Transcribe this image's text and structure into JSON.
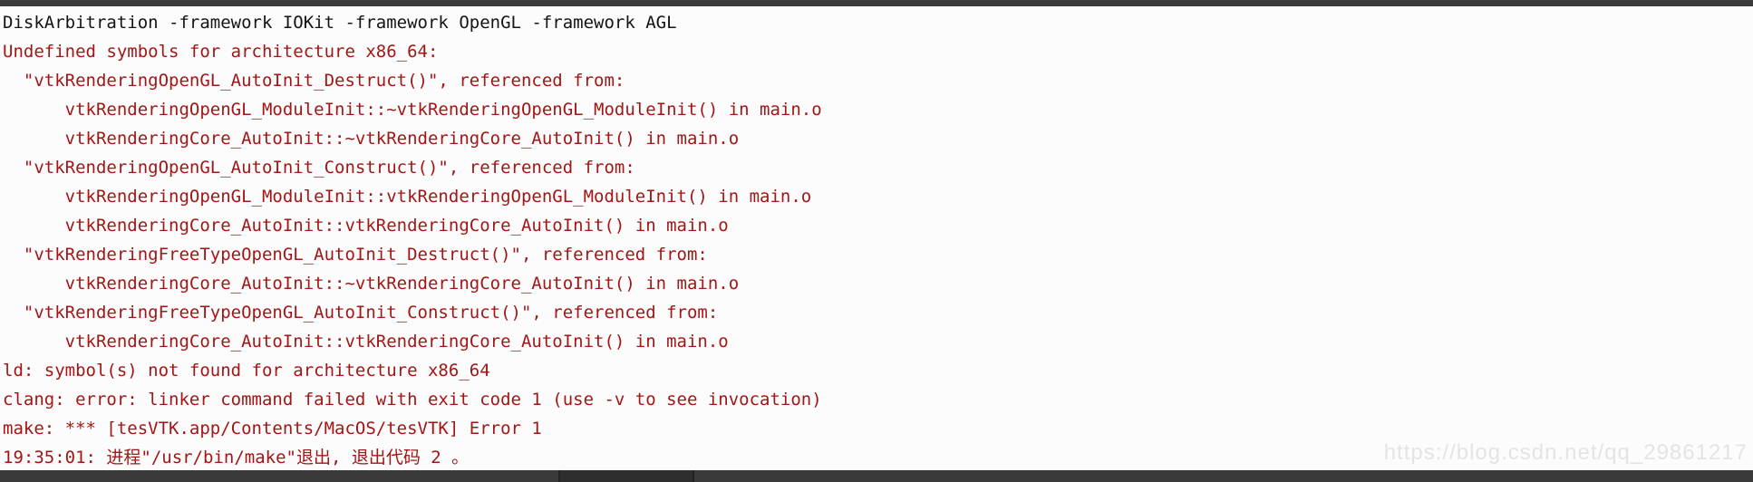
{
  "console": {
    "lines": [
      {
        "text": "DiskArbitration -framework IOKit -framework OpenGL -framework AGL",
        "stream": "stdout"
      },
      {
        "text": "Undefined symbols for architecture x86_64:",
        "stream": "stderr"
      },
      {
        "text": "  \"vtkRenderingOpenGL_AutoInit_Destruct()\", referenced from:",
        "stream": "stderr"
      },
      {
        "text": "      vtkRenderingOpenGL_ModuleInit::~vtkRenderingOpenGL_ModuleInit() in main.o",
        "stream": "stderr"
      },
      {
        "text": "      vtkRenderingCore_AutoInit::~vtkRenderingCore_AutoInit() in main.o",
        "stream": "stderr"
      },
      {
        "text": "  \"vtkRenderingOpenGL_AutoInit_Construct()\", referenced from:",
        "stream": "stderr"
      },
      {
        "text": "      vtkRenderingOpenGL_ModuleInit::vtkRenderingOpenGL_ModuleInit() in main.o",
        "stream": "stderr"
      },
      {
        "text": "      vtkRenderingCore_AutoInit::vtkRenderingCore_AutoInit() in main.o",
        "stream": "stderr"
      },
      {
        "text": "  \"vtkRenderingFreeTypeOpenGL_AutoInit_Destruct()\", referenced from:",
        "stream": "stderr"
      },
      {
        "text": "      vtkRenderingCore_AutoInit::~vtkRenderingCore_AutoInit() in main.o",
        "stream": "stderr"
      },
      {
        "text": "  \"vtkRenderingFreeTypeOpenGL_AutoInit_Construct()\", referenced from:",
        "stream": "stderr"
      },
      {
        "text": "      vtkRenderingCore_AutoInit::vtkRenderingCore_AutoInit() in main.o",
        "stream": "stderr"
      },
      {
        "text": "ld: symbol(s) not found for architecture x86_64",
        "stream": "stderr"
      },
      {
        "text": "clang: error: linker command failed with exit code 1 (use -v to see invocation)",
        "stream": "stderr"
      },
      {
        "text": "make: *** [tesVTK.app/Contents/MacOS/tesVTK] Error 1",
        "stream": "stderr"
      },
      {
        "text": "19:35:01: 进程\"/usr/bin/make\"退出, 退出代码 2 。",
        "stream": "stderr"
      }
    ]
  },
  "watermark": {
    "text": "https://blog.csdn.net/qq_29861217"
  },
  "colors": {
    "stdout_text": "#141414",
    "stderr_text": "#a31616",
    "background": "#fcfcfc",
    "top_bar": "#3b3b3b",
    "bottom_bar": "#3a3a3a",
    "bottom_bar_thumb": "#2e2e2e",
    "watermark_text": "#e4e4e4"
  }
}
